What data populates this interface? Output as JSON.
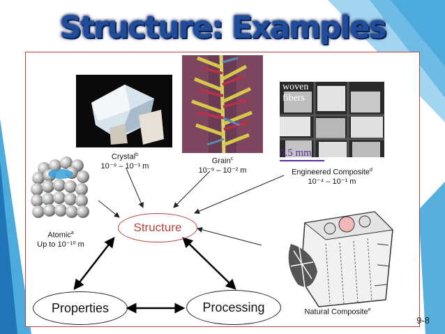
{
  "title": "Structure: Examples",
  "crystal": {
    "label": "Crystal",
    "sup": "b",
    "range": "10⁻⁹ – 10⁻¹ m"
  },
  "grain": {
    "label": "Grain",
    "sup": "c",
    "range": "10⁻⁹ – 10⁻² m"
  },
  "engineered": {
    "label": "Engineered Composite",
    "sup": "d",
    "range": "10⁻⁴ – 10⁻¹ m",
    "image_text_1": "woven",
    "image_text_2": "fibers",
    "scale_bar": "0.5 mm"
  },
  "atomic": {
    "label": "Atomic",
    "sup": "a",
    "range": "Up to 10⁻¹⁰ m"
  },
  "natural": {
    "label": "Natural Composite",
    "sup": "e"
  },
  "nodes": {
    "structure": "Structure",
    "properties": "Properties",
    "processing": "Processing"
  },
  "slide_number": "9-8",
  "colors": {
    "title": "#1f4d9b",
    "accent_blue": "#2e9bd6",
    "structure_border": "#b5443c"
  }
}
